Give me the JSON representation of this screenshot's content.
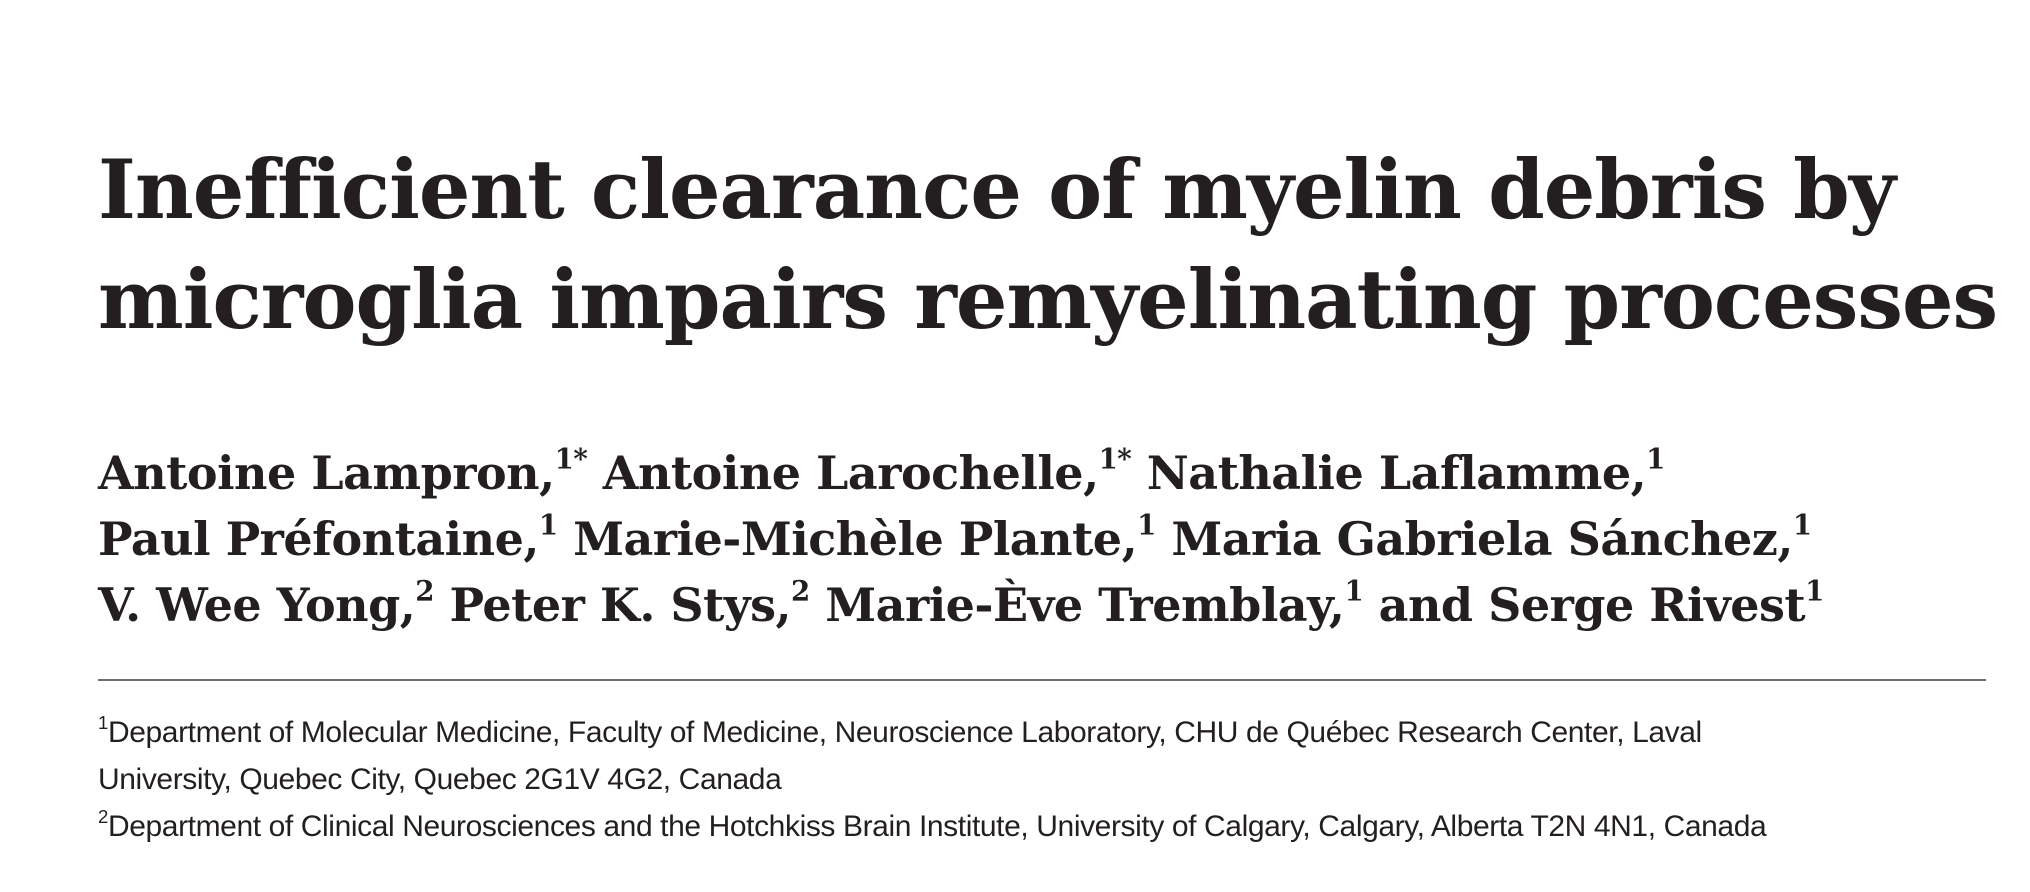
{
  "title": {
    "line1": "Inefficient clearance of myelin debris by",
    "line2": "microglia impairs remyelinating processes"
  },
  "authors": [
    {
      "name": "Antoine Lampron,",
      "sup": "1*"
    },
    {
      "name": "Antoine Larochelle,",
      "sup": "1*"
    },
    {
      "name": "Nathalie Laflamme,",
      "sup": "1"
    },
    {
      "name": "Paul Préfontaine,",
      "sup": "1"
    },
    {
      "name": "Marie-Michèle Plante,",
      "sup": "1"
    },
    {
      "name": "Maria Gabriela Sánchez,",
      "sup": "1"
    },
    {
      "name": "V. Wee Yong,",
      "sup": "2"
    },
    {
      "name": "Peter K. Stys,",
      "sup": "2"
    },
    {
      "name": "Marie-Ève Tremblay,",
      "sup": "1"
    },
    {
      "name": "and Serge Rivest",
      "sup": "1"
    }
  ],
  "affiliations": [
    {
      "sup": "1",
      "line1": "Department of Molecular Medicine, Faculty of Medicine, Neuroscience Laboratory, CHU de Québec Research Center, Laval",
      "line2": "University, Quebec City, Quebec 2G1V 4G2, Canada"
    },
    {
      "sup": "2",
      "line1": "Department of Clinical Neurosciences and the Hotchkiss Brain Institute, University of Calgary, Calgary, Alberta T2N 4N1, Canada"
    }
  ]
}
